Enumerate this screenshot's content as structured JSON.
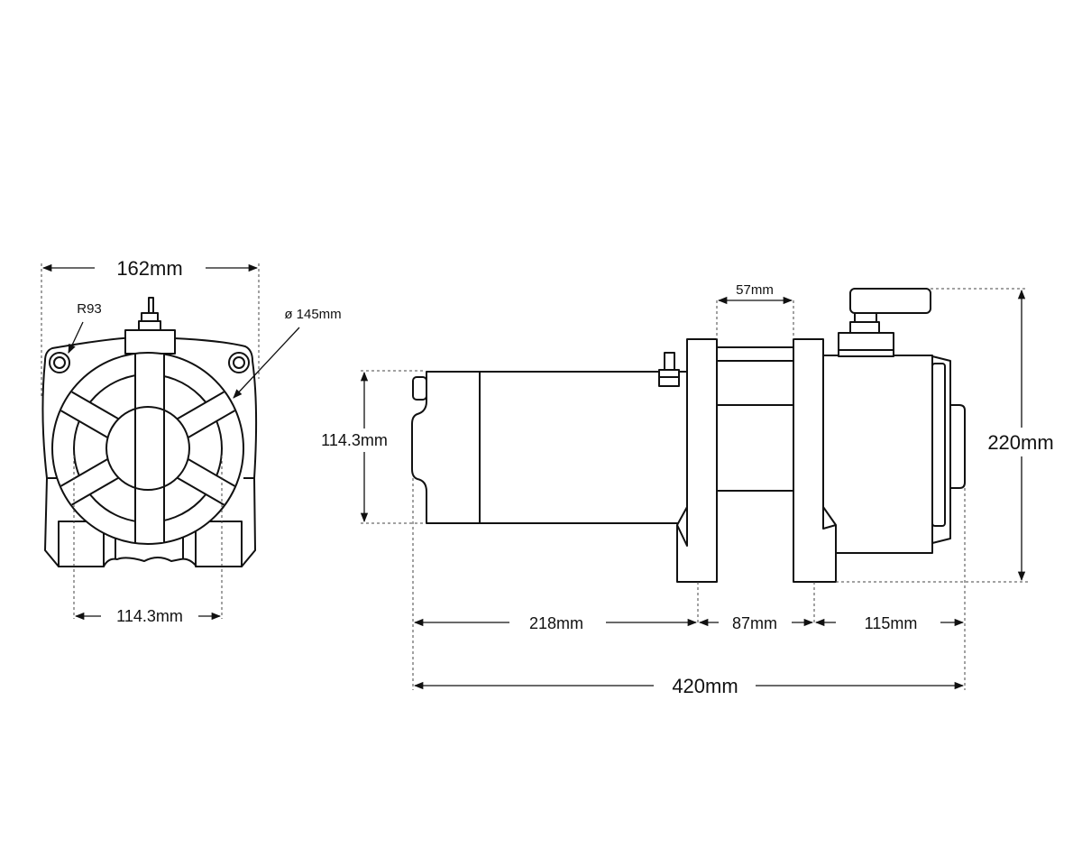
{
  "front_view": {
    "overall_width": "162mm",
    "hole_radius": "R93",
    "drum_diameter": "ø 145mm",
    "bolt_spacing": "114.3mm"
  },
  "side_view": {
    "drum_width": "57mm",
    "overall_height": "220mm",
    "motor_height": "114.3mm",
    "motor_length": "218mm",
    "drum_section": "87mm",
    "gearbox_length": "115mm",
    "overall_length": "420mm"
  }
}
